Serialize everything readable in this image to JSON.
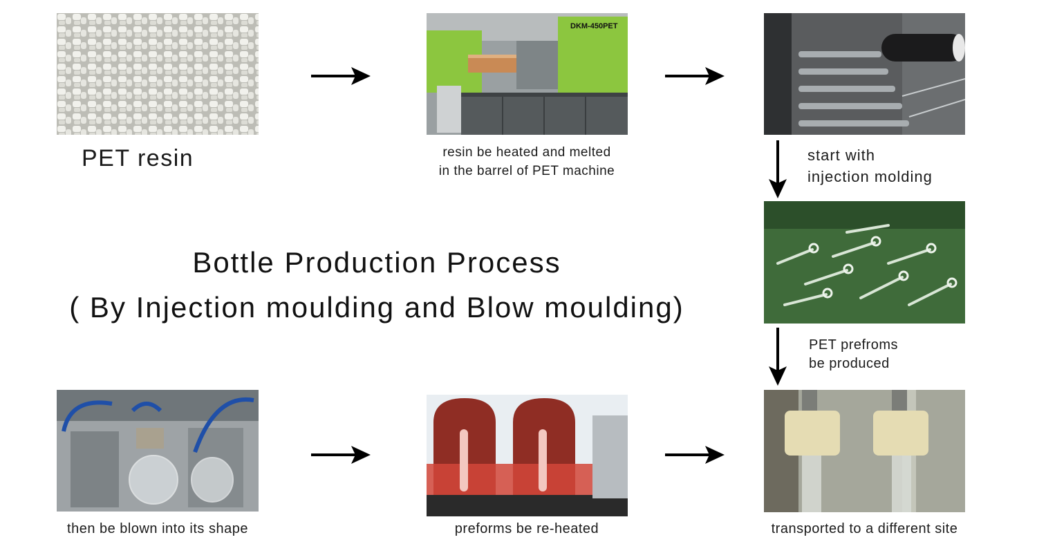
{
  "title": {
    "line1": "Bottle Production Process",
    "line2": "( By Injection moulding and Blow moulding)"
  },
  "steps": {
    "resin": {
      "caption": "PET resin"
    },
    "heating": {
      "line1": "resin be heated and melted",
      "line2": "in the barrel of PET machine",
      "machine_label": "DKM-450PET"
    },
    "injection": {
      "line1": "start with",
      "line2": "injection molding"
    },
    "preforms": {
      "line1": "PET prefroms",
      "line2": "be produced"
    },
    "transport": {
      "caption": "transported to a different site"
    },
    "reheat": {
      "caption": "preforms be re-heated"
    },
    "blow": {
      "caption": "then be blown into its shape"
    }
  },
  "colors": {
    "arrow": "#000000",
    "machine_green": "#8cc63f",
    "heater_red": "#c0392b",
    "preform_green": "#3f6b3a"
  }
}
